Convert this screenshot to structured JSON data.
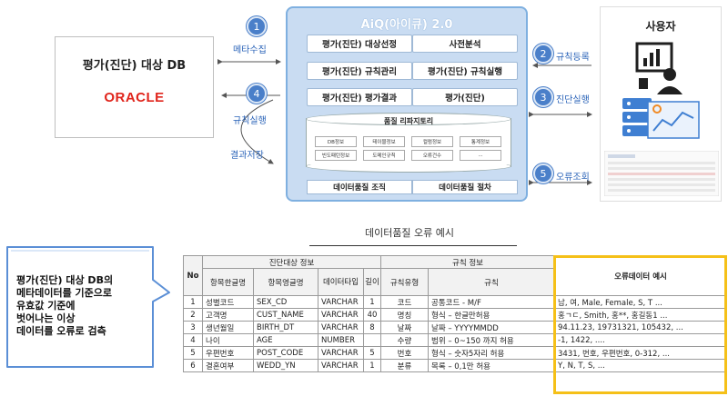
{
  "db_box": {
    "title": "평가(진단) 대상 DB",
    "logo_text": "ORACLE"
  },
  "aiq": {
    "title": "AiQ(아이큐) 2.0",
    "functions": [
      "평가(진단) 대상선정",
      "사전분석",
      "평가(진단) 규칙관리",
      "평가(진단) 규칙실행",
      "평가(진단) 평가결과",
      "평가(진단)"
    ],
    "repository": {
      "title": "품질 리파지토리",
      "cells": [
        "DB정보",
        "테이블정보",
        "컬럼정보",
        "통계정보",
        "빈도패턴정보",
        "도메인규칙",
        "오류건수",
        "..."
      ]
    },
    "bottom": [
      "데이터품질 조직",
      "데이터품질 절차"
    ]
  },
  "steps": [
    {
      "num": "1",
      "label": "메타수집"
    },
    {
      "num": "2",
      "label": "규칙등록"
    },
    {
      "num": "3",
      "label": "진단실행"
    },
    {
      "num": "4",
      "label": "규칙실행"
    },
    {
      "num": "5",
      "label": "오류조회"
    }
  ],
  "result_save_label": "결과저장",
  "user_title": "사용자",
  "section_title": "데이터품질 오류 예시",
  "callout_lines": [
    "평가(진단) 대상 DB의",
    "메타데이터를 기준으로",
    "유효값 기준에",
    "벗어나는 이상",
    "데이터를 오류로 검측"
  ],
  "colors": {
    "accent": "#4a7fc9",
    "panel": "#c9dcf2",
    "highlight": "#f5c018",
    "oracle": "#e0241b"
  },
  "table": {
    "group_headers": {
      "no": "No",
      "target": "진단대상 정보",
      "rule": "규칙 정보",
      "error": "오류데이터 예시"
    },
    "sub_headers": [
      "항목한글명",
      "항목영글명",
      "데이터타입",
      "길이",
      "규칙유형",
      "규칙"
    ],
    "rows": [
      [
        "1",
        "성별코드",
        "SEX_CD",
        "VARCHAR",
        "1",
        "코드",
        "공통코드 - M/F",
        "남, 여, Male, Female, S, T ..."
      ],
      [
        "2",
        "고객명",
        "CUST_NAME",
        "VARCHAR",
        "40",
        "명칭",
        "형식 – 한글만허용",
        "홍ㄱㄷ, Smith, 홍**, 홍길동1 ..."
      ],
      [
        "3",
        "생년월일",
        "BIRTH_DT",
        "VARCHAR",
        "8",
        "날짜",
        "날짜 – YYYYMMDD",
        "94.11.23, 19731321, 105432, ..."
      ],
      [
        "4",
        "나이",
        "AGE",
        "NUMBER",
        "",
        "수량",
        "범위 – 0~150 까지 허용",
        "-1, 1422, ...."
      ],
      [
        "5",
        "우편번호",
        "POST_CODE",
        "VARCHAR",
        "5",
        "번호",
        "형식 – 숫자5자리 허용",
        "3431, 번호, 우편번호, 0-312, ..."
      ],
      [
        "6",
        "결혼여부",
        "WEDD_YN",
        "VARCHAR",
        "1",
        "분류",
        "목록 – 0,1만 허용",
        "Y, N, T, S, ..."
      ]
    ]
  }
}
